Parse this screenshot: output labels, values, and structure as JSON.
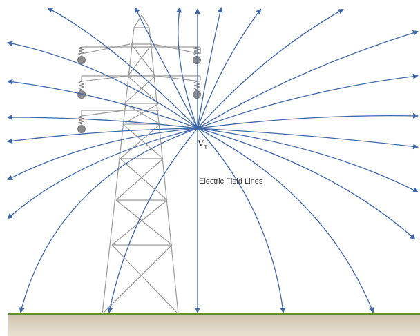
{
  "diagram": {
    "node_label": "V",
    "node_label_subscript": "T",
    "field_label": "Electric Field Lines"
  },
  "colors": {
    "field_line": "#3f67a8",
    "tower": "#9a9a9a",
    "insulator": "#8a8a8a",
    "ground_line": "#5e8f2a",
    "ground_fill": "#d9cfbc"
  }
}
